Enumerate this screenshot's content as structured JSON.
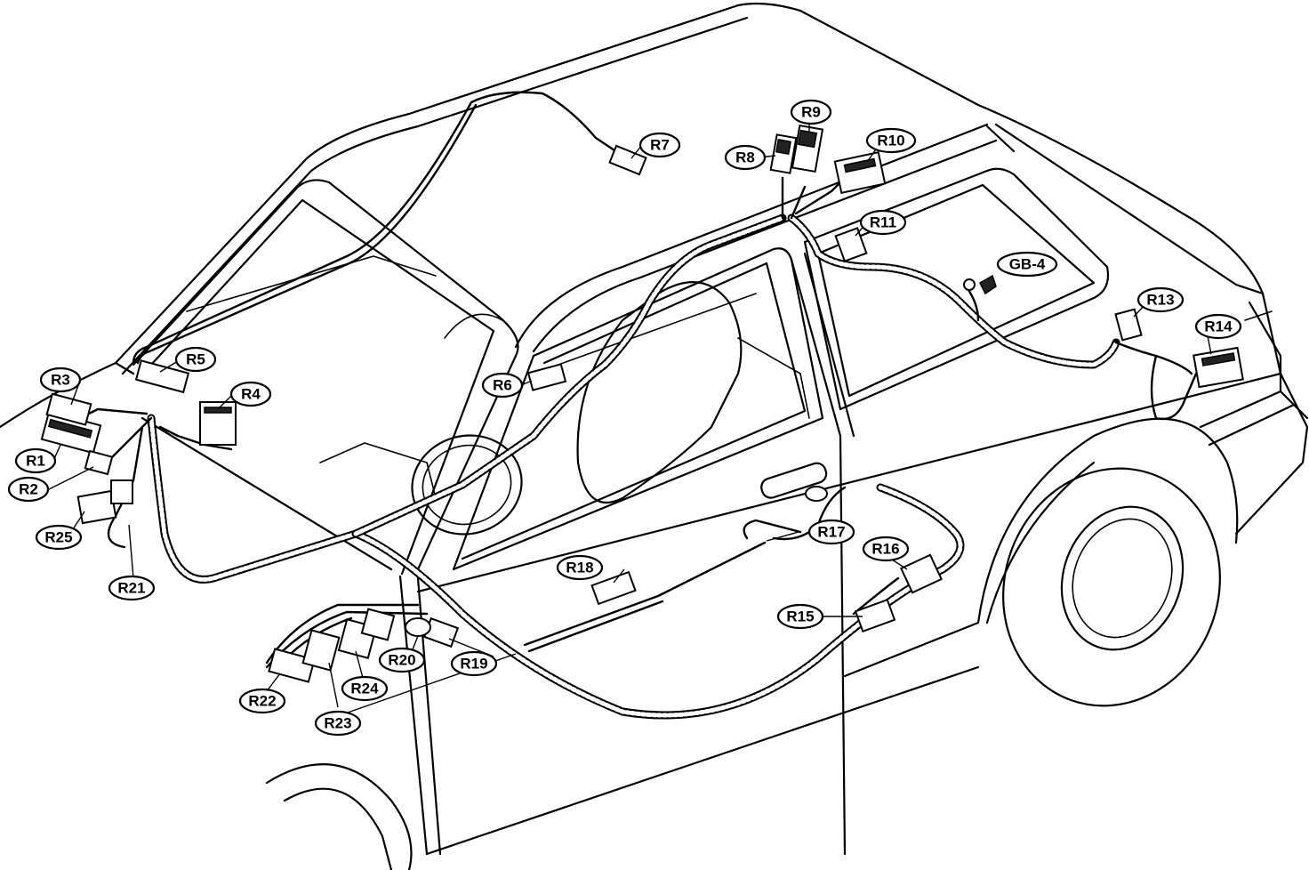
{
  "callouts": [
    {
      "id": "r1",
      "label": "R1"
    },
    {
      "id": "r2",
      "label": "R2"
    },
    {
      "id": "r3",
      "label": "R3"
    },
    {
      "id": "r4",
      "label": "R4"
    },
    {
      "id": "r5",
      "label": "R5"
    },
    {
      "id": "r6",
      "label": "R6"
    },
    {
      "id": "r7",
      "label": "R7"
    },
    {
      "id": "r8",
      "label": "R8"
    },
    {
      "id": "r9",
      "label": "R9"
    },
    {
      "id": "r10",
      "label": "R10"
    },
    {
      "id": "r11",
      "label": "R11"
    },
    {
      "id": "gb4",
      "label": "GB-4"
    },
    {
      "id": "r13",
      "label": "R13"
    },
    {
      "id": "r14",
      "label": "R14"
    },
    {
      "id": "r15",
      "label": "R15"
    },
    {
      "id": "r16",
      "label": "R16"
    },
    {
      "id": "r17",
      "label": "R17"
    },
    {
      "id": "r18",
      "label": "R18"
    },
    {
      "id": "r19",
      "label": "R19"
    },
    {
      "id": "r20",
      "label": "R20"
    },
    {
      "id": "r21",
      "label": "R21"
    },
    {
      "id": "r22",
      "label": "R22"
    },
    {
      "id": "r23",
      "label": "R23"
    },
    {
      "id": "r24",
      "label": "R24"
    },
    {
      "id": "r25",
      "label": "R25"
    }
  ]
}
